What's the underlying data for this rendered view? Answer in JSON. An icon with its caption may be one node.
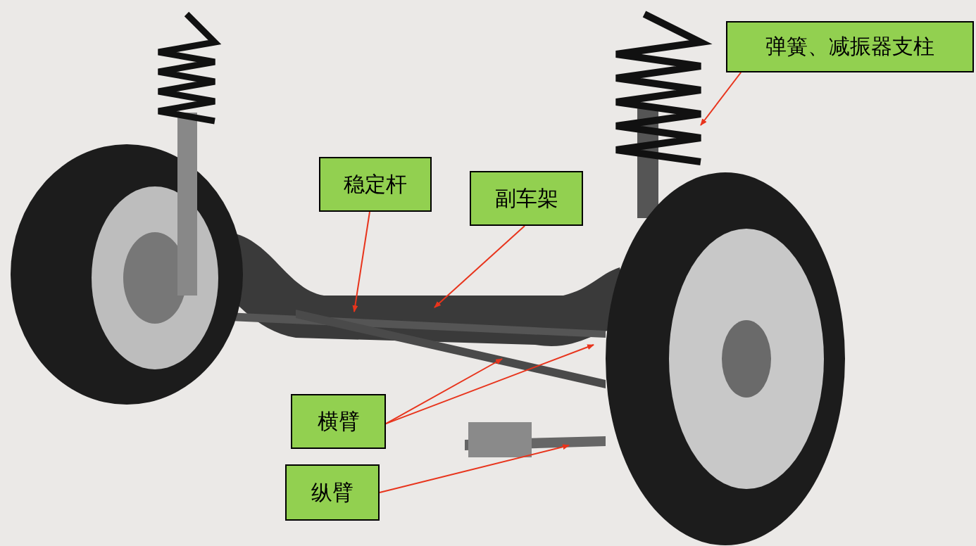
{
  "diagram": {
    "nodes": [
      {
        "text": [
          "弹簧、减振器支柱"
        ]
      },
      {
        "text": [
          "稳定杆"
        ]
      },
      {
        "text": [
          "副车架"
        ]
      },
      {
        "text": [
          "横臂"
        ]
      },
      {
        "text": [
          "纵臂"
        ]
      }
    ],
    "edges": [
      {
        "from": 0,
        "to": null,
        "arrow": "to"
      },
      {
        "from": 1,
        "to": null,
        "arrow": "to"
      },
      {
        "from": 2,
        "to": null,
        "arrow": "to"
      },
      {
        "from": 3,
        "to": null,
        "arrow": "to"
      },
      {
        "from": 3,
        "to": null,
        "arrow": "to"
      },
      {
        "from": 4,
        "to": null,
        "arrow": "to"
      }
    ]
  }
}
